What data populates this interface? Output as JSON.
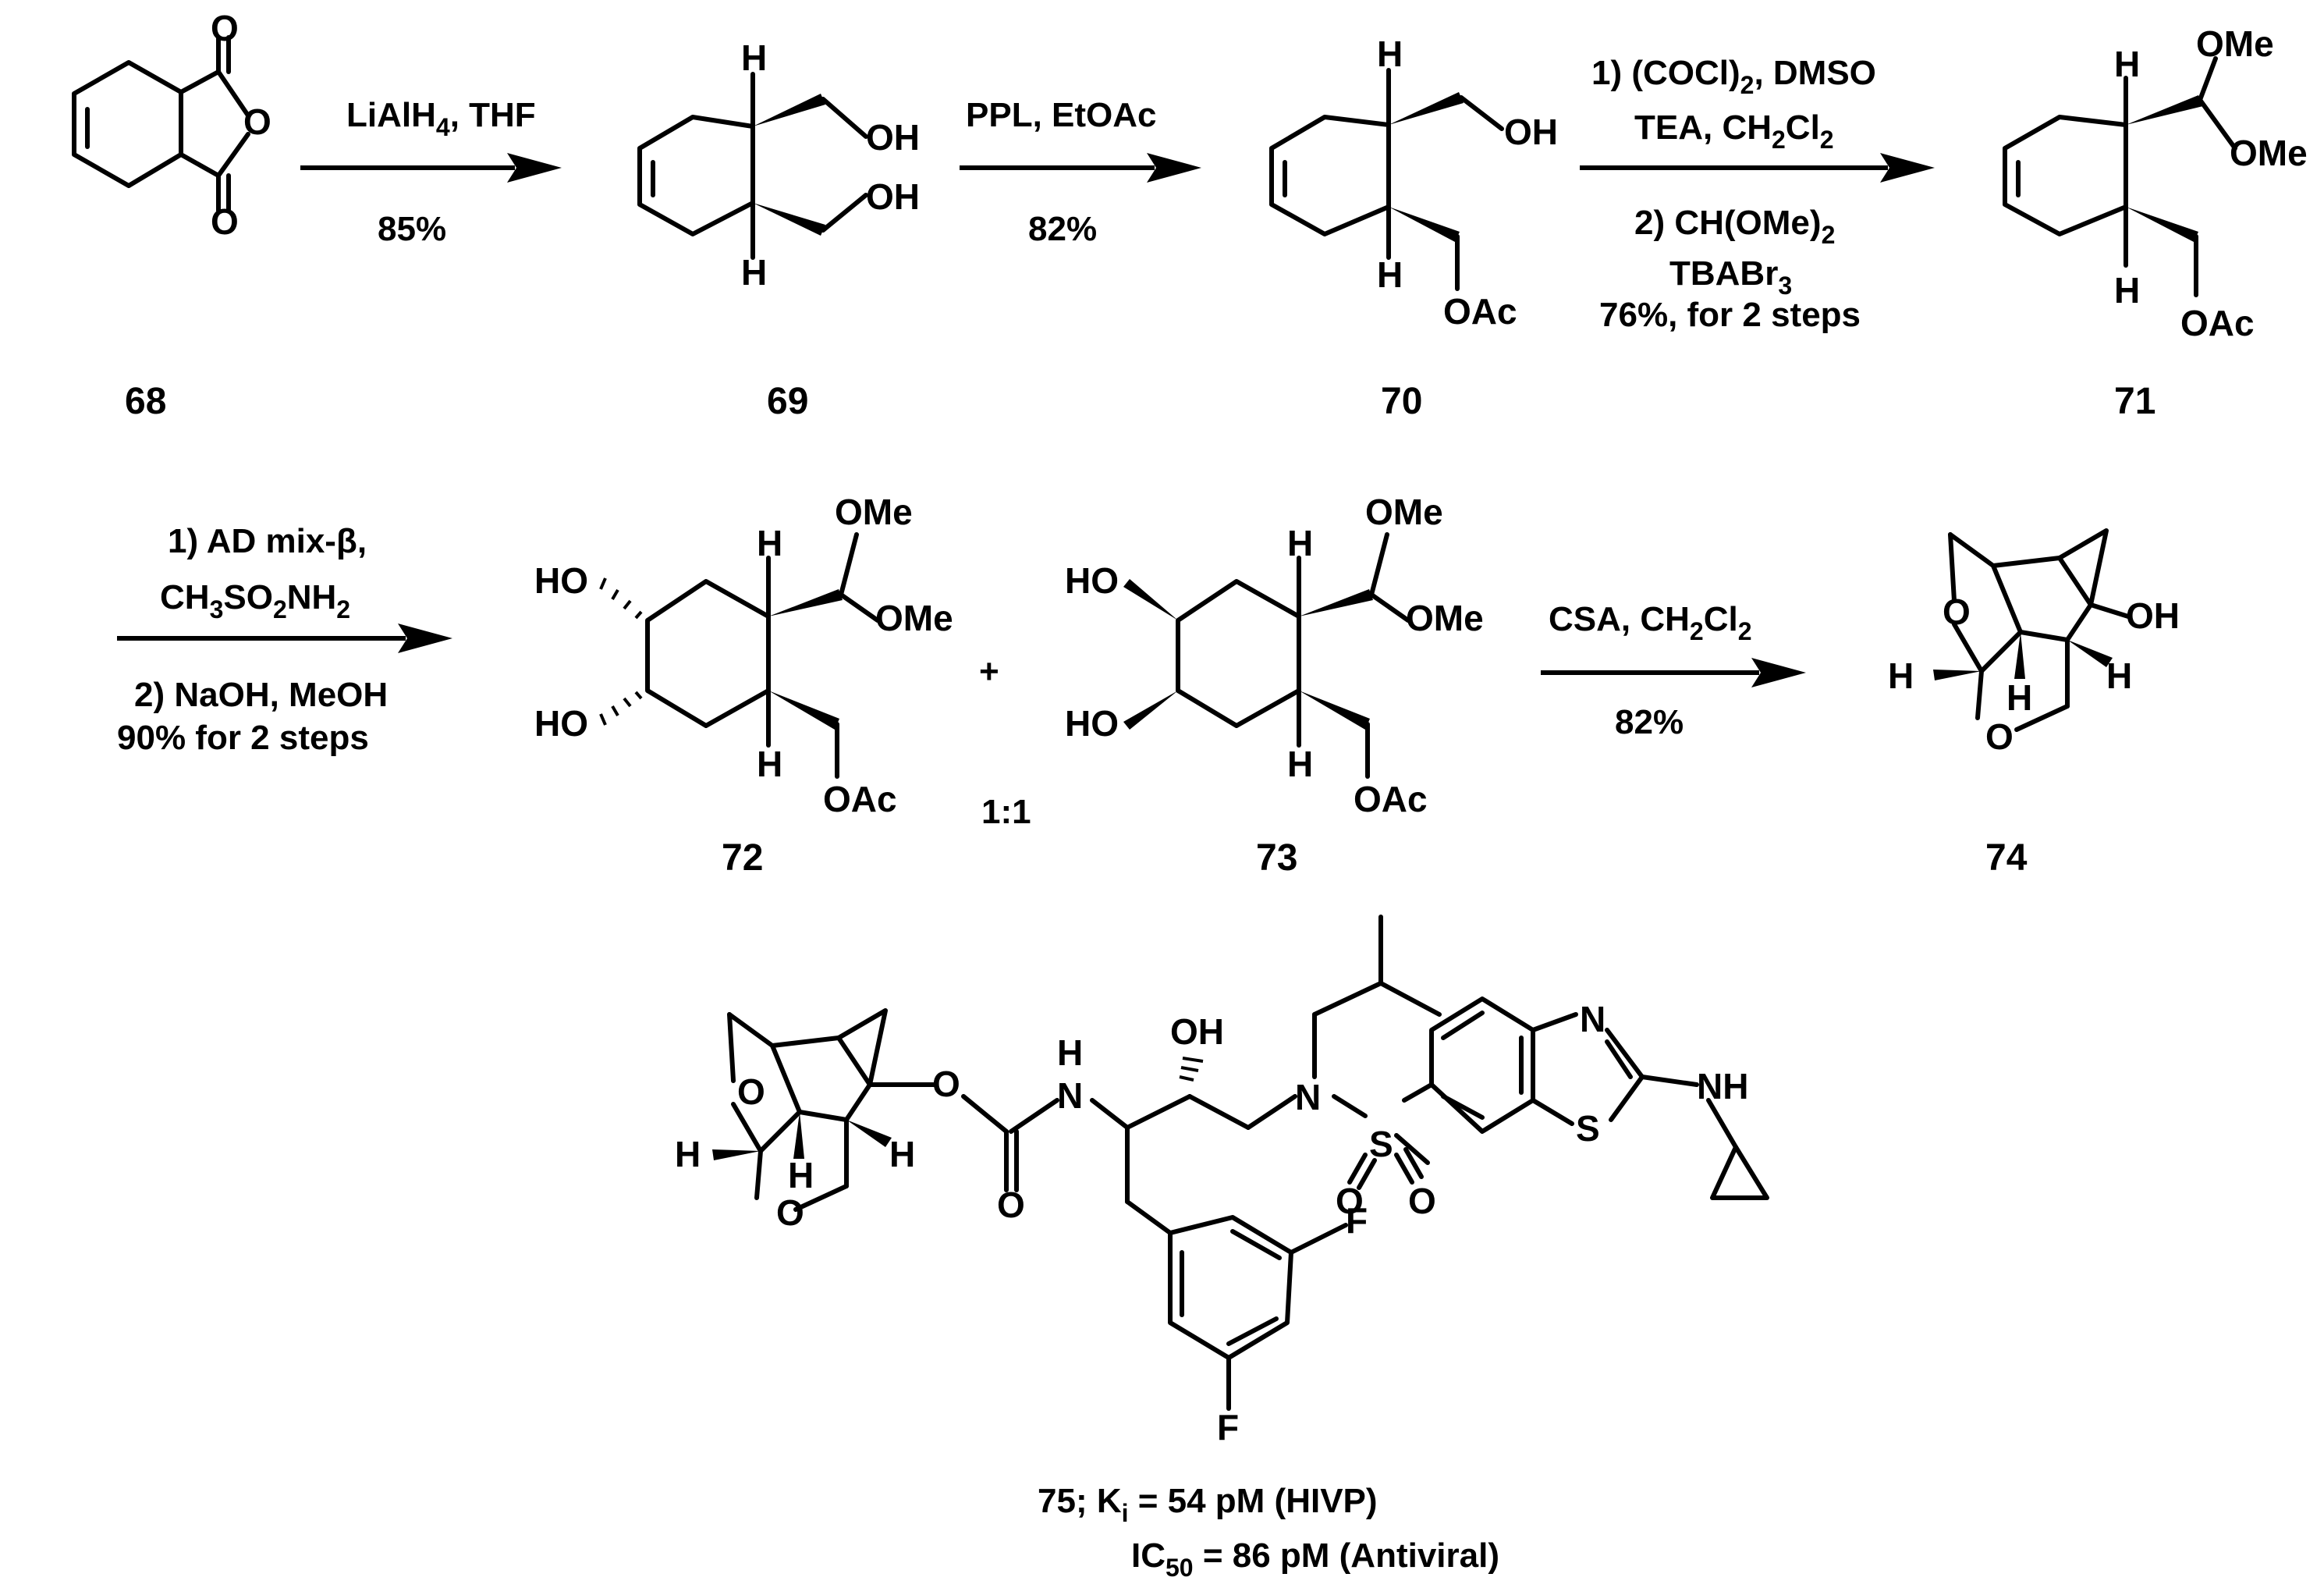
{
  "compounds": {
    "c68": "68",
    "c69": "69",
    "c70": "70",
    "c71": "71",
    "c72": "72",
    "c73": "73",
    "c74": "74"
  },
  "ratio": "1:1",
  "plus": "+",
  "steps": {
    "s1": {
      "reagent": "LiAlH",
      "reagent_sub": "4",
      "reagent_tail": ", THF",
      "yield": "85%"
    },
    "s2": {
      "reagent": "PPL, EtOAc",
      "yield": "82%"
    },
    "s3": {
      "line1": "1) (COCl)",
      "line1_sub": "2",
      "line1_tail": ", DMSO",
      "line2": "TEA, CH",
      "line2_sub1": "2",
      "line2_mid": "Cl",
      "line2_sub2": "2",
      "line3": "2) CH(OMe)",
      "line3_sub": "2",
      "line4": "TBABr",
      "line4_sub": "3",
      "yield": "76%, for 2 steps"
    },
    "s4": {
      "line1": "1) AD mix-β,",
      "line2": "CH",
      "line2_sub1": "3",
      "line2_mid": "SO",
      "line2_sub2": "2",
      "line2_tail": "NH",
      "line2_sub3": "2",
      "line3": "2) NaOH, MeOH",
      "line4": "90% for 2 steps"
    },
    "s5": {
      "reagent": "CSA, CH",
      "reagent_sub1": "2",
      "reagent_mid": "Cl",
      "reagent_sub2": "2",
      "yield": "82%"
    }
  },
  "atoms": {
    "O": "O",
    "OH": "OH",
    "H": "H",
    "OMe": "OMe",
    "OAc": "OAc",
    "HO": "HO",
    "N": "N",
    "S": "S",
    "NH": "NH",
    "F": "F"
  },
  "c75": {
    "label_start": "75; K",
    "label_sub": "i",
    "label_end": " = 54 pM (HIVP)",
    "ic_start": "IC",
    "ic_sub": "50",
    "ic_end": " = 86 pM (Antiviral)"
  }
}
